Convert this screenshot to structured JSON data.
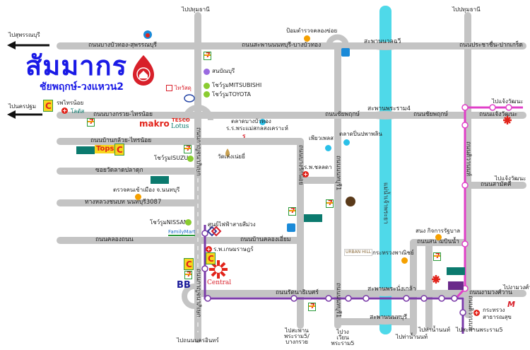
{
  "title": "สัมมากร",
  "subtitle": "ชัยพฤกษ์-วงแหวน2",
  "colors": {
    "road": "#c4c4c4",
    "river": "#4fd9e9",
    "pink_line": "#e040c8",
    "purple_line": "#7a3aa8",
    "title": "#1a1ae6"
  },
  "directions": {
    "to_pathum_left": "ไปปทุมธานี",
    "to_pathum_right": "ไปปทุมธานี",
    "to_suphan": "ไปสุพรรณบุรี",
    "to_nakhonpathom": "ไปนครปฐม",
    "to_chaengwattana_1": "ไปแจ้งวัฒนะ",
    "to_chaengwattana_2": "ไปแจ้งวัฒนะ",
    "to_nonthaburi_city": "ไปถนนนครอินทร์",
    "to_rama5_bangkruai": "ไปสะพานพระราม5/บางกรวย",
    "to_rama5_circle": "ไปวงเวียนพระราม5",
    "to_pier_1": "ไปท่าน้ำนนท์",
    "to_pier_2": "ไปท่าน้ำนนท์",
    "to_rama5_bridge": "ไปสะพานพระราม5",
    "to_ngamwongwan": "ไปงามวงศ์วาน"
  },
  "roads": {
    "bangbuathong_suphan": "ถนนบางบัวทอง-สุพรรณบุรี",
    "nonthaburi_bangbuathong": "ถนนสะพานนนทบุรี-บางบัวทอง",
    "nuanchawi_bridge": "สะพานนวลฉวี",
    "prachachuen": "ถนนประชาชื่น-ปากเกร็ด",
    "bangkruai_sainoi": "ถนนบางกรวย-ไทรน้อย",
    "chaiyaphruek_1": "ถนนชัยพฤกษ์",
    "rama4_bridge": "สะพานพระราม4",
    "chaiyaphruek_2": "ถนนชัยพฤกษ์",
    "chaengwattana": "ถนนแจ้งวัฒนะ",
    "bankluai_sainoi": "ถนนบ้านกล้วย-ไทรน้อย",
    "soi_lat_pla_duk": "ซอยวัดลาดปลาดุก",
    "rural_3087": "ทางหลวงชนบท นนทบุรี3087",
    "khlong_thanon": "ถนนคลองถนน",
    "khlong_iam": "ถนนบ้านคลองเอี่ยม",
    "kanchanaphisek": "ถนนกาญจนาภิเษก",
    "bangkruai_v": "ถนนบางรักน้อย",
    "nonthaburi1": "ถนนนนทบุรี1",
    "rattanathibet": "ถนนรัตนาธิเบศร์",
    "nangklao_bridge": "สะพานพระนั่งเกล้า",
    "nonthaburi_bridge": "สะพานนนทบุรี",
    "sanambinnam": "ถนนสนามบินน้ำ",
    "samakkhi": "ถนนสามัคคี",
    "tiwanon": "ถนนติวานนท์",
    "ngamwongwan": "ถนนงามวงศ์วาน",
    "tiwanon_2": "ถนนติวานนท์",
    "river": "แม่น้ำเจ้าพระยา"
  },
  "places": {
    "police_box": "ป้อมตำรวจคลองข่อย",
    "sanambin": "สนบัณบุรี",
    "mitsubishi": "โชว์รูมMITSUBISHI",
    "toyota": "โชว์รูมTOYOTA",
    "thaiwatsadu": "ไทวัสดุ",
    "hosp_sainoi": "รพไทรน้อย",
    "lotus_sainoi": "โลตัส",
    "makro": "makro",
    "tesco": "TESCO",
    "lotus": "Lotus",
    "bangbuathong_market": "ตลาดบางบัวทอง",
    "school": "ร.ร.พระแม่สกลสงเคราะห์",
    "pure_place": "เพียวเพลส",
    "market_pin": "ตลาดปิ่นปพาพลิน",
    "tops": "Tops",
    "wat": "วัดเล่งเน่ยยี่",
    "isuzu": "โชว์รูมISUZU",
    "immigration": "ตรวจคนเข้าเมือง จ.นนทบุรี",
    "nissan": "โชว์รูมNISSAN",
    "familymart": "FamilyMart",
    "purple_depot": "ศูนย์ไฟฟ้าสายสีม่วง",
    "kasemrad": "ร.พ.เกษมราษฎร์",
    "chonlada": "ร.พ.ชลลดา",
    "central": "Central",
    "bb": "BB",
    "govt_office": "สนง กิจการรัฐบาล",
    "commerce": "กระทรวงพาณิชย์",
    "urban_hill": "URBAN HILL",
    "moph": "กระทรวงสาธารณสุข",
    "lotus_small": "Lotus"
  }
}
